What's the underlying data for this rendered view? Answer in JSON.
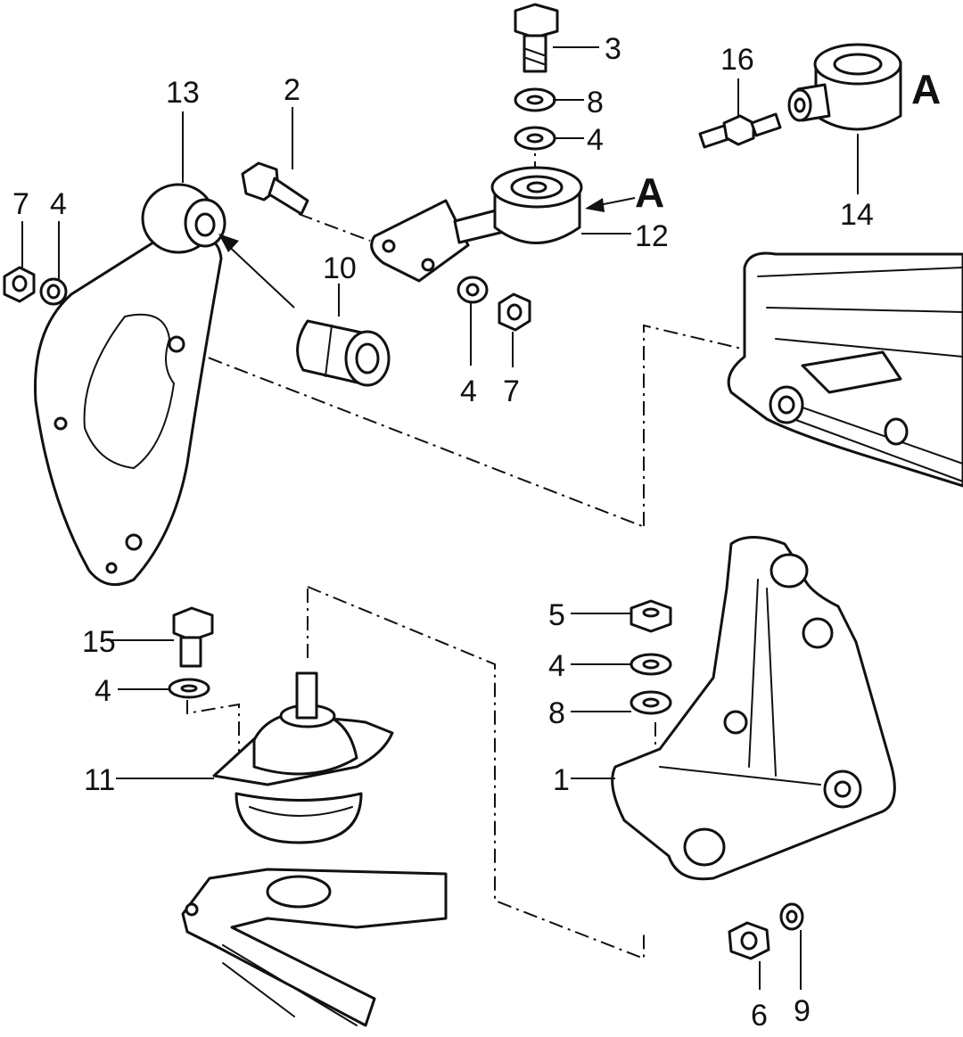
{
  "callouts": {
    "c1": "1",
    "c2": "2",
    "c3": "3",
    "c4a": "4",
    "c4b": "4",
    "c4c": "4",
    "c4d": "4",
    "c4e": "4",
    "c5": "5",
    "c6": "6",
    "c7a": "7",
    "c7b": "7",
    "c8a": "8",
    "c8b": "8",
    "c9": "9",
    "c10": "10",
    "c11": "11",
    "c12": "12",
    "c13": "13",
    "c14": "14",
    "c15": "15",
    "c16": "16"
  },
  "detail_labels": {
    "a1": "A",
    "a2": "A"
  },
  "colors": {
    "ink": "#111111",
    "paper": "#ffffff"
  }
}
